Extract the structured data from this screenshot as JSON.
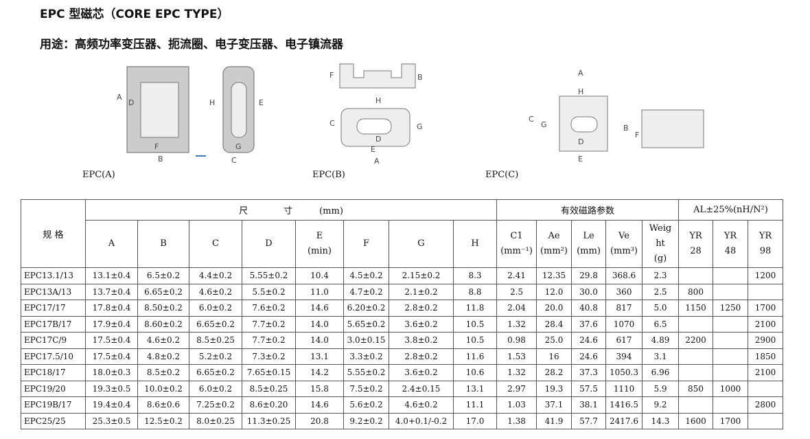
{
  "title": "EPC 型磁芯（CORE EPC TYPE）",
  "usage": "用途：高频功率变压器、扼流圈、电子变压器、电子镇流器",
  "diagrams": [
    {
      "caption": "EPC(A)",
      "labels": [
        "A",
        "D",
        "H",
        "E",
        "F",
        "B",
        "G",
        "C"
      ]
    },
    {
      "caption": "EPC(B)",
      "labels": [
        "F",
        "B",
        "H",
        "C",
        "G",
        "D",
        "E",
        "A"
      ]
    },
    {
      "caption": "EPC(C)",
      "labels": [
        "A",
        "H",
        "C",
        "G",
        "D",
        "E",
        "B",
        "F"
      ]
    }
  ],
  "table": {
    "spec_header": "规 格",
    "dim_group": "尺　　　　寸　　　(mm)",
    "mag_group": "有效磁路参数",
    "al_group": "AL±25%(nH/N²)",
    "dim_cols": [
      "A",
      "B",
      "C",
      "D",
      "E\n(min)",
      "F",
      "G",
      "H"
    ],
    "mag_cols": [
      "C1\n(mm⁻¹)",
      "Ae\n(mm²)",
      "Le\n(mm)",
      "Ve\n(mm³)",
      "Weig\nht\n(g)"
    ],
    "al_cols": [
      "YR\n28",
      "YR\n48",
      "YR\n98"
    ],
    "rows": [
      [
        "EPC13.1/13",
        "13.1±0.4",
        "6.5±0.2",
        "4.4±0.2",
        "5.55±0.2",
        "10.4",
        "4.5±0.2",
        "2.15±0.2",
        "8.3",
        "2.41",
        "12.35",
        "29.8",
        "368.6",
        "2.3",
        "",
        "",
        "1200"
      ],
      [
        "EPC13A/13",
        "13.7±0.4",
        "6.65±0.2",
        "4.6±0.2",
        "5.5±0.2",
        "11.0",
        "4.7±0.2",
        "2.1±0.2",
        "8.8",
        "2.5",
        "12.0",
        "30.0",
        "360",
        "2.5",
        "800",
        "",
        ""
      ],
      [
        "EPC17/17",
        "17.8±0.4",
        "8.50±0.2",
        "6.0±0.2",
        "7.6±0.2",
        "14.6",
        "6.20±0.2",
        "2.8±0.2",
        "11.8",
        "2.04",
        "20.0",
        "40.8",
        "817",
        "5.0",
        "1150",
        "1250",
        "1700"
      ],
      [
        "EPC17B/17",
        "17.9±0.4",
        "8.60±0.2",
        "6.65±0.2",
        "7.7±0.2",
        "14.0",
        "5.65±0.2",
        "3.6±0.2",
        "10.5",
        "1.32",
        "28.4",
        "37.6",
        "1070",
        "6.5",
        "",
        "",
        "2100"
      ],
      [
        "EPC17C/9",
        "17.5±0.4",
        "4.6±0.2",
        "8.5±0.25",
        "7.7±0.2",
        "14.0",
        "3.0±0.15",
        "3.8±0.2",
        "10.5",
        "0.98",
        "25.0",
        "24.6",
        "617",
        "4.89",
        "2200",
        "",
        "2900"
      ],
      [
        "EPC17.5/10",
        "17.5±0.4",
        "4.8±0.2",
        "5.2±0.2",
        "7.3±0.2",
        "13.1",
        "3.3±0.2",
        "2.8±0.2",
        "11.6",
        "1.53",
        "16",
        "24.6",
        "394",
        "3.1",
        "",
        "",
        "1850"
      ],
      [
        "EPC18/17",
        "18.0±0.3",
        "8.5±0.2",
        "6.65±0.2",
        "7.65±0.15",
        "14.2",
        "5.55±0.2",
        "3.6±0.2",
        "10.6",
        "1.32",
        "28.2",
        "37.3",
        "1050.3",
        "6.96",
        "",
        "",
        "2100"
      ],
      [
        "EPC19/20",
        "19.3±0.5",
        "10.0±0.2",
        "6.0±0.2",
        "8.5±0.25",
        "15.8",
        "7.5±0.2",
        "2.4±0.15",
        "13.1",
        "2.97",
        "19.3",
        "57.5",
        "1110",
        "5.9",
        "850",
        "1000",
        ""
      ],
      [
        "EPC19B/17",
        "19.4±0.4",
        "8.6±0.6",
        "7.25±0.2",
        "8.6±0.20",
        "14.6",
        "5.6±0.2",
        "4.6±0.2",
        "11.1",
        "1.03",
        "37.1",
        "38.1",
        "1416.5",
        "9.2",
        "",
        "",
        "2800"
      ],
      [
        "EPC25/25",
        "25.3±0.5",
        "12.5±0.2",
        "8.0±0.25",
        "11.3±0.25",
        "20.8",
        "9.2±0.2",
        "4.0+0.1/-0.2",
        "17.0",
        "1.38",
        "41.9",
        "57.7",
        "2417.6",
        "14.3",
        "1600",
        "1700",
        ""
      ]
    ]
  }
}
